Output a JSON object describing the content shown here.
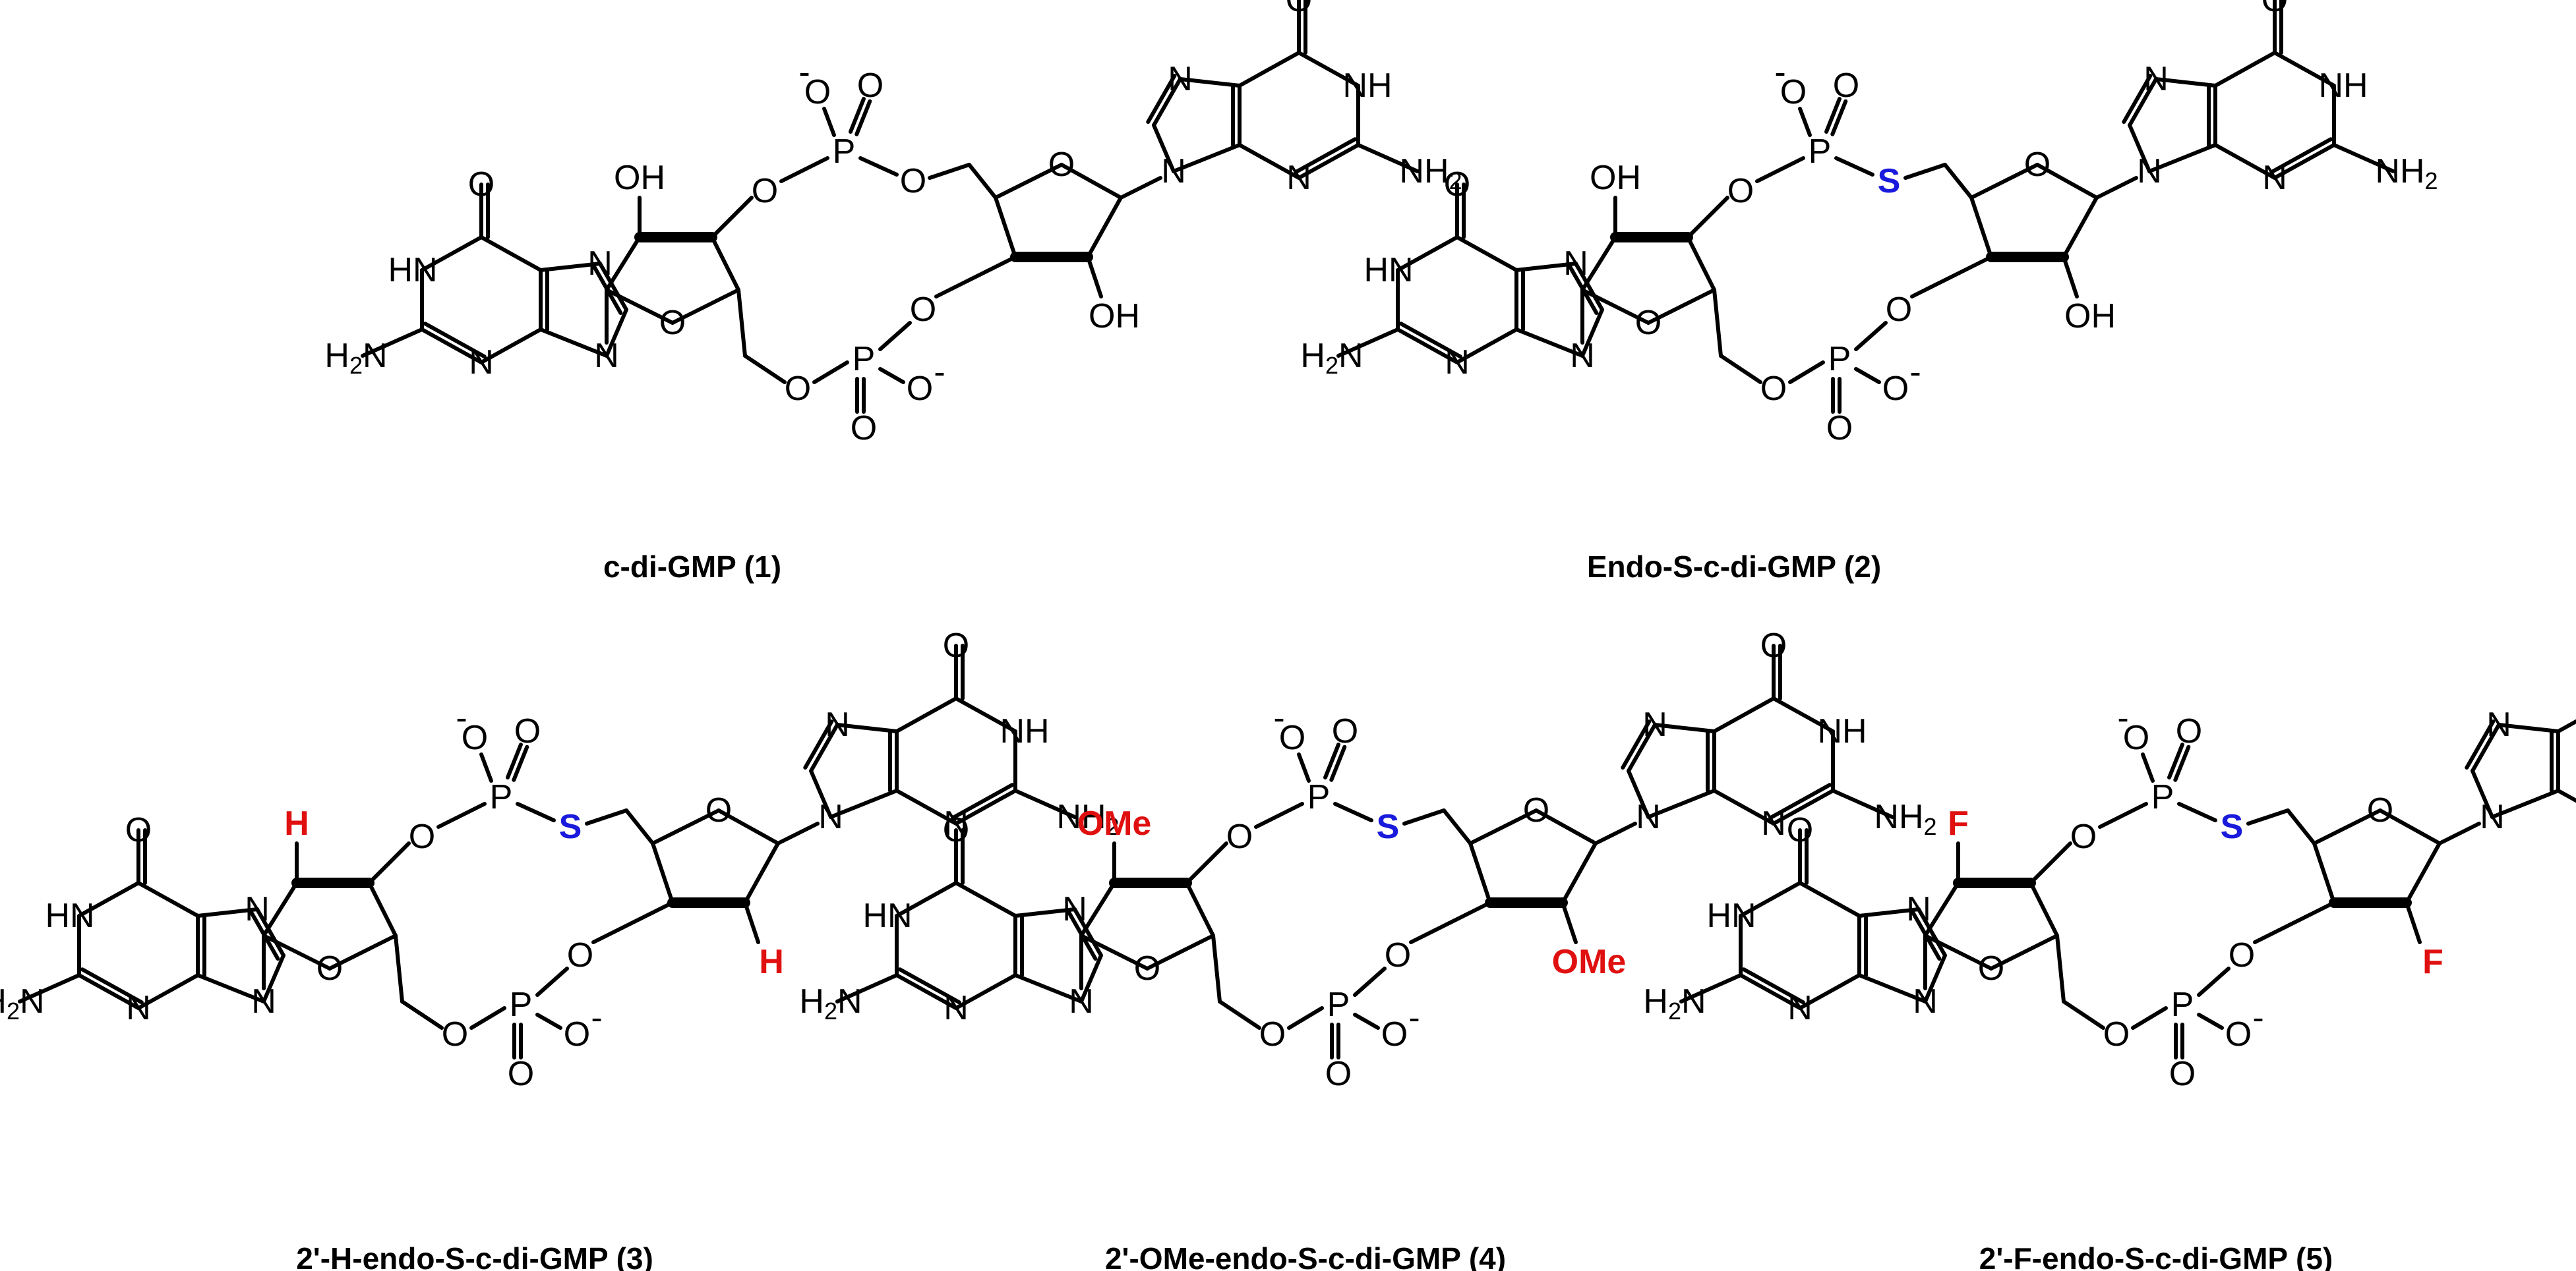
{
  "figure": {
    "compounds": [
      {
        "caption": "c-di-GMP (1)",
        "linker_atom": "O",
        "modification": "OH",
        "linker_color": "#000000",
        "modification_color": "#000000"
      },
      {
        "caption": "Endo-S-c-di-GMP (2)",
        "linker_atom": "S",
        "modification": "OH",
        "linker_color": "#1a1adc",
        "modification_color": "#000000"
      },
      {
        "caption": "2'-H-endo-S-c-di-GMP (3)",
        "linker_atom": "S",
        "modification": "H",
        "linker_color": "#1a1adc",
        "modification_color": "#e01010"
      },
      {
        "caption": "2'-OMe-endo-S-c-di-GMP (4)",
        "linker_atom": "S",
        "modification": "OMe",
        "linker_color": "#1a1adc",
        "modification_color": "#e01010"
      },
      {
        "caption": "2'-F-endo-S-c-di-GMP (5)",
        "linker_atom": "S",
        "modification": "F",
        "linker_color": "#1a1adc",
        "modification_color": "#e01010"
      }
    ],
    "atom_labels": {
      "oxygen": "O",
      "nitrogen": "N",
      "phosphorus": "P",
      "nh": "NH",
      "hn": "HN",
      "nh2": "NH",
      "h2n": "H",
      "h2n_rest": "N",
      "subscript_two": "2",
      "charge": "-"
    }
  }
}
